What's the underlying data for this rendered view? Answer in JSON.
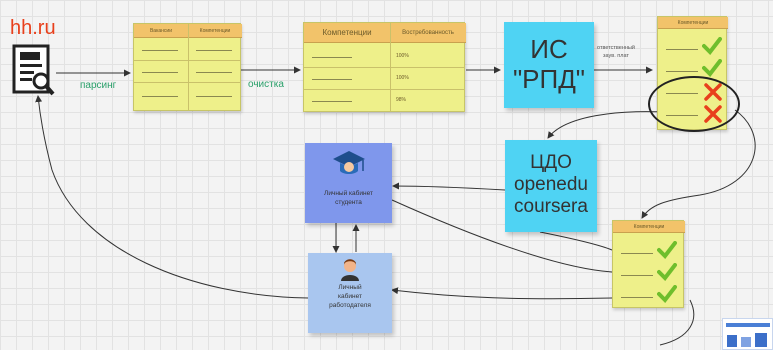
{
  "source": {
    "logo": "hh.ru"
  },
  "edges": {
    "parsing": "парсинг",
    "cleaning": "очистка",
    "responsible": "ответственный\nзаув. плат"
  },
  "table1": {
    "headers": [
      "Вакансии",
      "Компетенции"
    ]
  },
  "table2": {
    "headers": [
      "Компетенции",
      "Востребованность"
    ],
    "values": [
      "100%",
      "100%",
      "98%"
    ]
  },
  "ips": {
    "text": "ИС\n\"РПД\""
  },
  "cdo": {
    "text": "ЦДО\nopenedu\ncoursera"
  },
  "student_cabinet": {
    "text": "Личный кабинет\nстудента"
  },
  "employer_cabinet": {
    "text": "Личный\nкабинет\nработодателя"
  },
  "comp_top": {
    "header": "Компетенции",
    "marks": [
      "check",
      "check",
      "cross",
      "cross"
    ]
  },
  "comp_bottom": {
    "header": "Компетенции",
    "marks": [
      "check",
      "check",
      "check"
    ]
  },
  "colors": {
    "accent_red": "#e8401c",
    "check_green": "#6fbe2c",
    "edge_label_green": "#2aa06a"
  }
}
